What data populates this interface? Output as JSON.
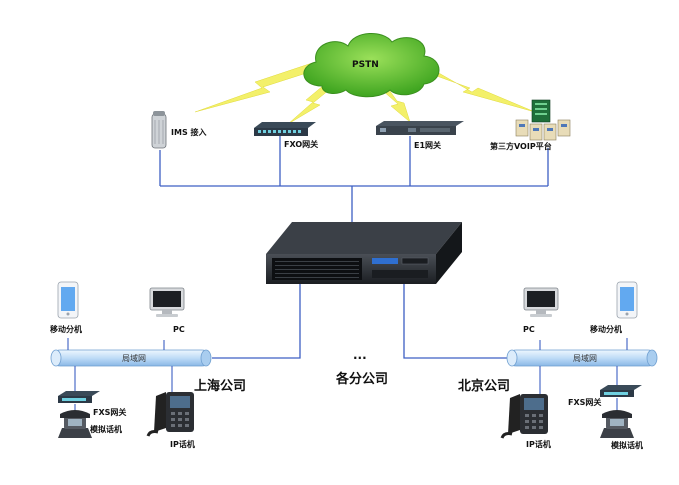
{
  "cloud": {
    "label": "PSTN",
    "color": "#5cc22f"
  },
  "top_devices": {
    "ims": "IMS 接入",
    "fxo": "FXO网关",
    "e1": "E1网关",
    "voip": "第三方VOIP平台"
  },
  "center": {
    "dots": "...",
    "label": "各分公司"
  },
  "left_branch": {
    "title": "上海公司",
    "lan": "局域网",
    "mobile": "移动分机",
    "pc": "PC",
    "fxs": "FXS网关",
    "analog": "模拟话机",
    "ip_phone": "IP话机"
  },
  "right_branch": {
    "title": "北京公司",
    "lan": "局域网",
    "mobile": "移动分机",
    "pc": "PC",
    "fxs": "FXS网关",
    "analog": "模拟话机",
    "ip_phone": "IP话机"
  },
  "colors": {
    "link": "#3d5fc4",
    "bolt": "#f3f06a",
    "lan_pipe": "#cfe6fb",
    "server": "#2a2e33"
  }
}
